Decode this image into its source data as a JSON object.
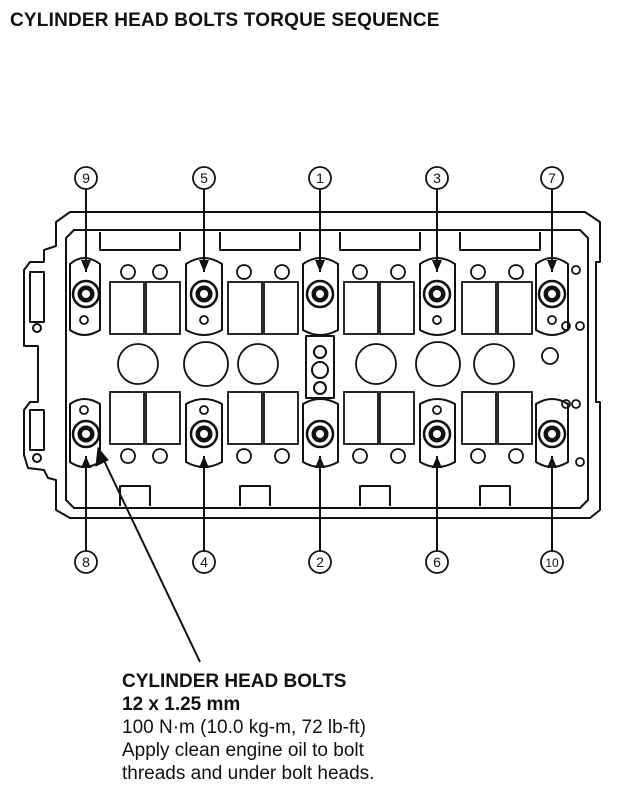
{
  "title": "CYLINDER HEAD BOLTS TORQUE SEQUENCE",
  "bolts": [
    {
      "label": "9"
    },
    {
      "label": "5"
    },
    {
      "label": "1"
    },
    {
      "label": "3"
    },
    {
      "label": "7"
    },
    {
      "label": "8"
    },
    {
      "label": "4"
    },
    {
      "label": "2"
    },
    {
      "label": "6"
    },
    {
      "label": "10"
    }
  ],
  "note": {
    "heading": "CYLINDER HEAD BOLTS",
    "size": "12 x 1.25 mm",
    "torque": "100 N·m (10.0 kg-m, 72 lb-ft)",
    "instruction_line1": "Apply clean engine oil to bolt",
    "instruction_line2": "threads and under bolt heads."
  },
  "colors": {
    "line": "#111111",
    "background": "#ffffff"
  }
}
